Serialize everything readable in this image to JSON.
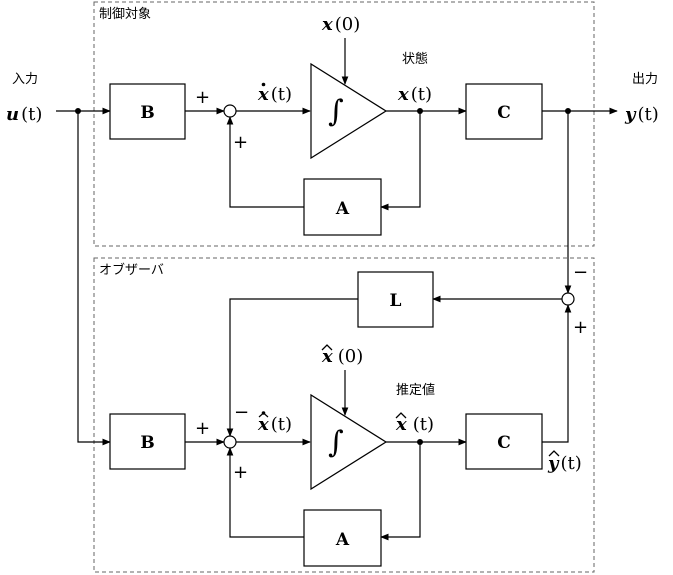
{
  "regions": {
    "plant": "制御対象",
    "observer": "オブザーバ"
  },
  "labels": {
    "input_word": "入力",
    "output_word": "出力",
    "state_word": "状態",
    "estimate_word": "推定値"
  },
  "signals": {
    "u": {
      "sym": "u",
      "arg": "(t)"
    },
    "y": {
      "sym": "y",
      "arg": "(t)"
    },
    "x0": {
      "sym": "x",
      "arg": "(0)"
    },
    "xdot": {
      "sym": "x",
      "arg": "(t)"
    },
    "x": {
      "sym": "x",
      "arg": "(t)"
    },
    "xhat0": {
      "sym": "x",
      "arg": "(0)"
    },
    "xhatdot": {
      "sym": "x",
      "arg": "(t)"
    },
    "xhat": {
      "sym": "x",
      "arg": "(t)"
    },
    "yhat": {
      "sym": "y",
      "arg": "(t)"
    }
  },
  "blocks": {
    "plant_B": "B",
    "plant_C": "C",
    "plant_A": "A",
    "gain_L": "L",
    "obs_B": "B",
    "obs_C": "C",
    "obs_A": "A"
  },
  "integrator_symbol": "∫",
  "signs": {
    "plant_sum_from_B": "+",
    "plant_sum_from_A": "+",
    "err_sum_from_y": "−",
    "err_sum_from_yhat": "+",
    "obs_sum_from_B": "+",
    "obs_sum_from_L": "−",
    "obs_sum_from_A": "+"
  }
}
